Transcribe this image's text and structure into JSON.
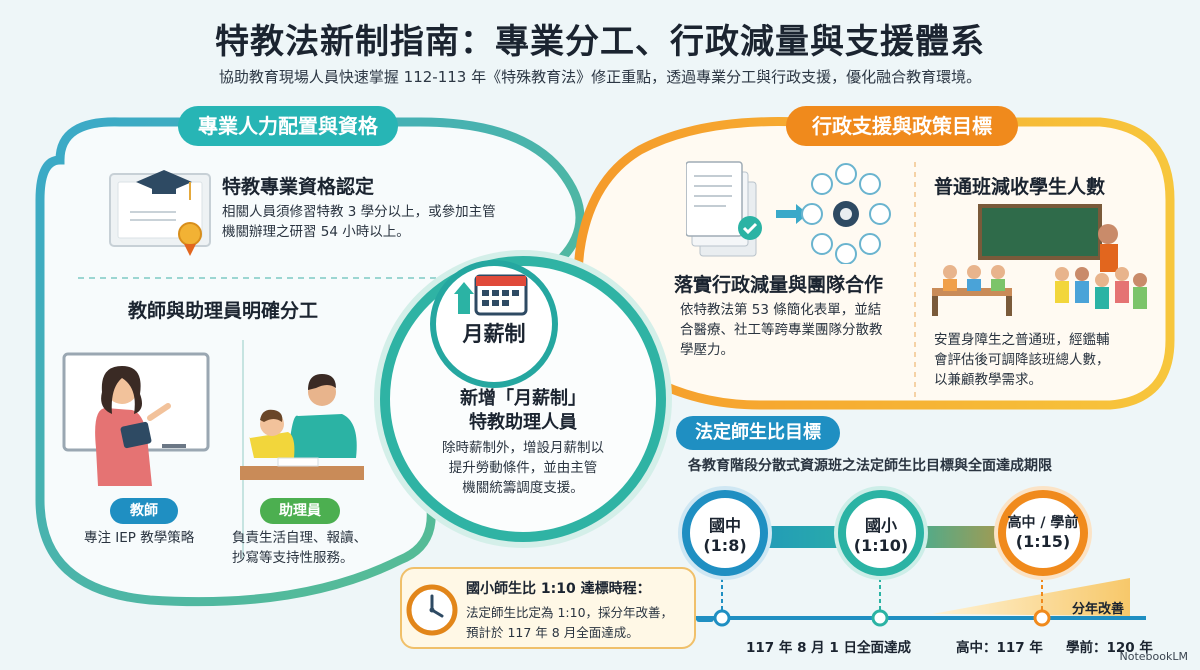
{
  "header": {
    "title": "特教法新制指南：專業分工、行政減量與支援體系",
    "subtitle": "協助教育現場人員快速掌握 112-113 年《特殊教育法》修正重點，透過專業分工與行政支援，優化融合教育環境。"
  },
  "left": {
    "pill": "專業人力配置與資格",
    "cert": {
      "title": "特教專業資格認定",
      "desc1": "相關人員須修習特教 3 學分以上，或參加主管",
      "desc2": "機關辦理之研習 54 小時以上。"
    },
    "division_title": "教師與助理員明確分工",
    "teacher": {
      "tag": "教師",
      "desc": "專注 IEP 教學策略"
    },
    "assistant": {
      "tag": "助理員",
      "desc1": "負責生活自理、報讀、",
      "desc2": "抄寫等支持性服務。"
    }
  },
  "center": {
    "badge": "月薪制",
    "title1": "新增「月薪制」",
    "title2": "特教助理人員",
    "desc1": "除時薪制外，增設月薪制以",
    "desc2": "提升勞動條件，並由主管",
    "desc3": "機關統籌調度支援。"
  },
  "right": {
    "pill": "行政支援與政策目標",
    "admin": {
      "title": "落實行政減量與團隊合作",
      "desc1": "依特教法第 53 條簡化表單，並結",
      "desc2": "合醫療、社工等跨專業團隊分散教",
      "desc3": "學壓力。"
    },
    "class": {
      "title": "普通班減收學生人數",
      "desc1": "安置身障生之普通班，經鑑輔",
      "desc2": "會評估後可調降該班總人數，",
      "desc3": "以兼顧教學需求。"
    }
  },
  "ratio": {
    "pill": "法定師生比目標",
    "desc": "各教育階段分散式資源班之法定師生比目標與全面達成期限",
    "nodes": [
      {
        "label": "國中",
        "ratio": "(1:8)"
      },
      {
        "label": "國小",
        "ratio": "(1:10)"
      },
      {
        "label": "高中 / 學前",
        "ratio": "(1:15)"
      }
    ],
    "timeline_label": "117 年 8 月 1 日全面達成",
    "high_label": "高中：117 年",
    "pre_label": "學前：120 年",
    "ramp_label": "分年改善"
  },
  "clock_note": {
    "title": "國小師生比 1:10 達標時程：",
    "desc1": "法定師生比定為 1:10，採分年改善，",
    "desc2": "預計於 117 年 8 月全面達成。"
  },
  "footer": {
    "logo": "NotebookLM"
  },
  "colors": {
    "teal": "#27b5b5",
    "orange": "#f08a1c",
    "blue": "#1f8fc2",
    "green": "#4caf50"
  }
}
